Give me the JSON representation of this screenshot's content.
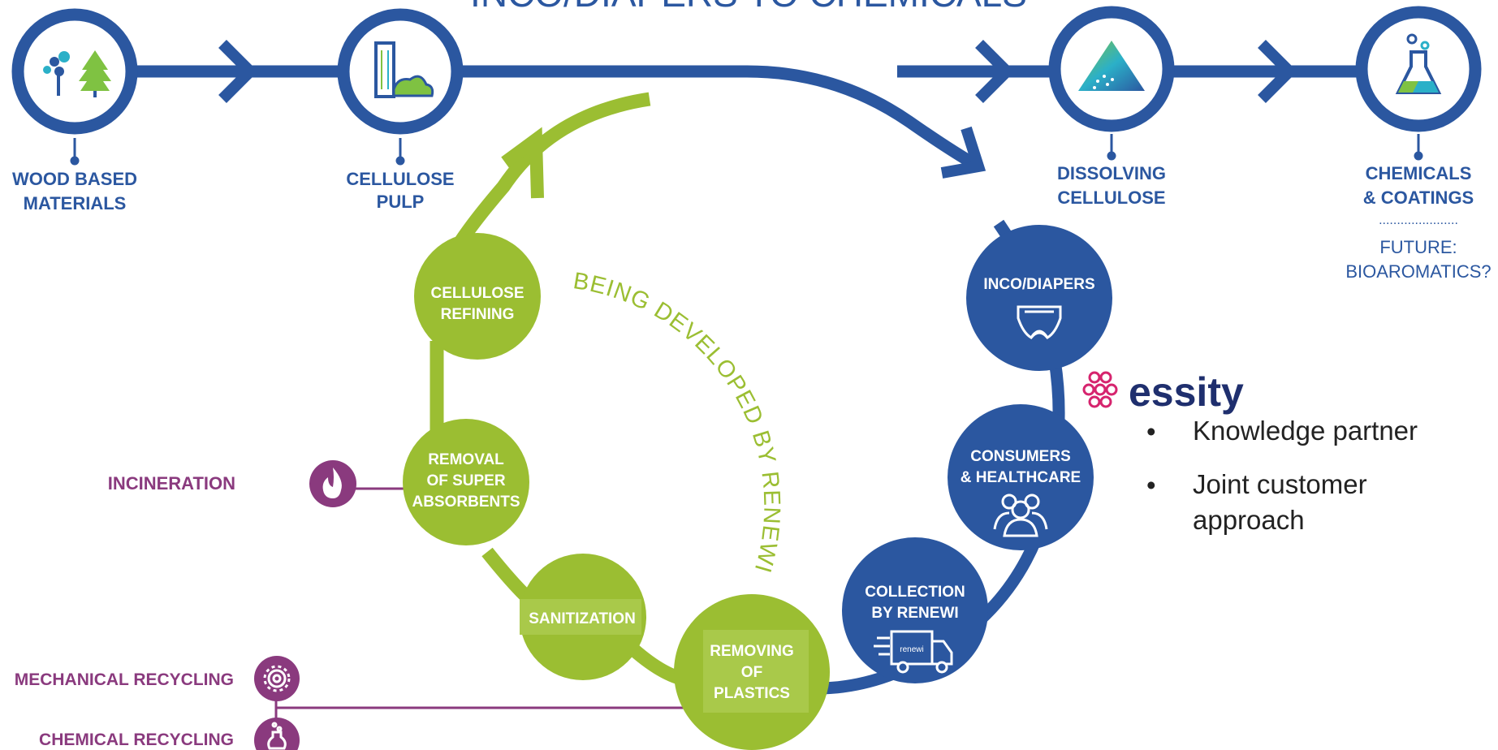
{
  "title": "INCO/DIAPERS TO CHEMICALS",
  "colors": {
    "blue": "#2b57a0",
    "green": "#9bbe32",
    "purple": "#8a3a7e",
    "white": "#ffffff"
  },
  "top_chain": {
    "wood": {
      "line1": "WOOD BASED",
      "line2": "MATERIALS",
      "icon": "trees-icon"
    },
    "pulp": {
      "line1": "CELLULOSE",
      "line2": "PULP",
      "icon": "pulp-icon"
    },
    "dissolving": {
      "line1": "DISSOLVING",
      "line2": "CELLULOSE",
      "icon": "triangle-icon"
    },
    "chemicals": {
      "line1": "CHEMICALS",
      "line2": "& COATINGS",
      "icon": "flask-icon"
    }
  },
  "future": {
    "dots": "......................",
    "line1": "FUTURE:",
    "line2": "BIOAROMATICS?"
  },
  "green_steps": {
    "refining": {
      "line1": "CELLULOSE",
      "line2": "REFINING"
    },
    "removal": {
      "line1": "REMOVAL",
      "line2": "OF SUPER",
      "line3": "ABSORBENTS"
    },
    "sanitization": {
      "line1": "SANITIZATION"
    },
    "plastics": {
      "line1": "REMOVING",
      "line2": "OF",
      "line3": "PLASTICS"
    }
  },
  "blue_steps": {
    "diapers": {
      "line1": "INCO/DIAPERS",
      "icon": "diaper-icon"
    },
    "consumers": {
      "line1": "CONSUMERS",
      "line2": "& HEALTHCARE",
      "icon": "people-icon"
    },
    "collection": {
      "line1": "COLLECTION",
      "line2": "BY RENEWI",
      "icon": "truck-icon",
      "truck_text": "renewi"
    }
  },
  "arc_text": "BEING DEVELOPED BY RENEWI",
  "purple_outputs": {
    "incineration": {
      "label": "INCINERATION",
      "icon": "flame-icon"
    },
    "mechanical": {
      "label": "MECHANICAL RECYCLING",
      "icon": "gear-icon"
    },
    "chemical": {
      "label": "CHEMICAL RECYCLING",
      "icon": "flask-bubbles-icon"
    }
  },
  "partner": {
    "logo_text": "essity",
    "bullet_symbol": "•",
    "bullets": [
      "Knowledge partner",
      "Joint customer",
      "approach"
    ]
  }
}
